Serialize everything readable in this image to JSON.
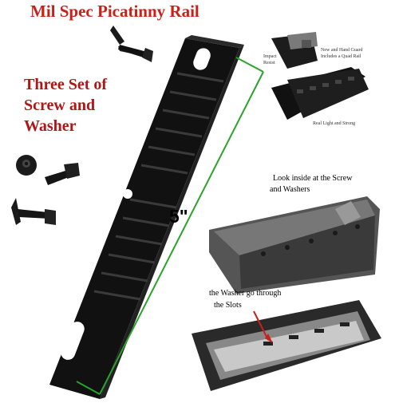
{
  "title": "Mil Spec Picatinny Rail",
  "subtitle_lines": [
    "Three Set of",
    "Screw  and",
    "Washer"
  ],
  "dimension_label": "5\"",
  "captions": {
    "look_inside_line1": "Look inside at the Screw",
    "look_inside_line2": "and   Washers",
    "washer_line1": "the Washer go through",
    "washer_line2": "the  Slots",
    "top_note": "New and Hand Guard",
    "top_note2": "Includes a Quad Rail",
    "top_left_note": "Impact",
    "top_left_note2": "Resist",
    "strong_note": "Real Light and Strong"
  },
  "colors": {
    "title": "#c8211b",
    "subtitle": "#b01616",
    "measure_line": "#2aa32a"
  }
}
